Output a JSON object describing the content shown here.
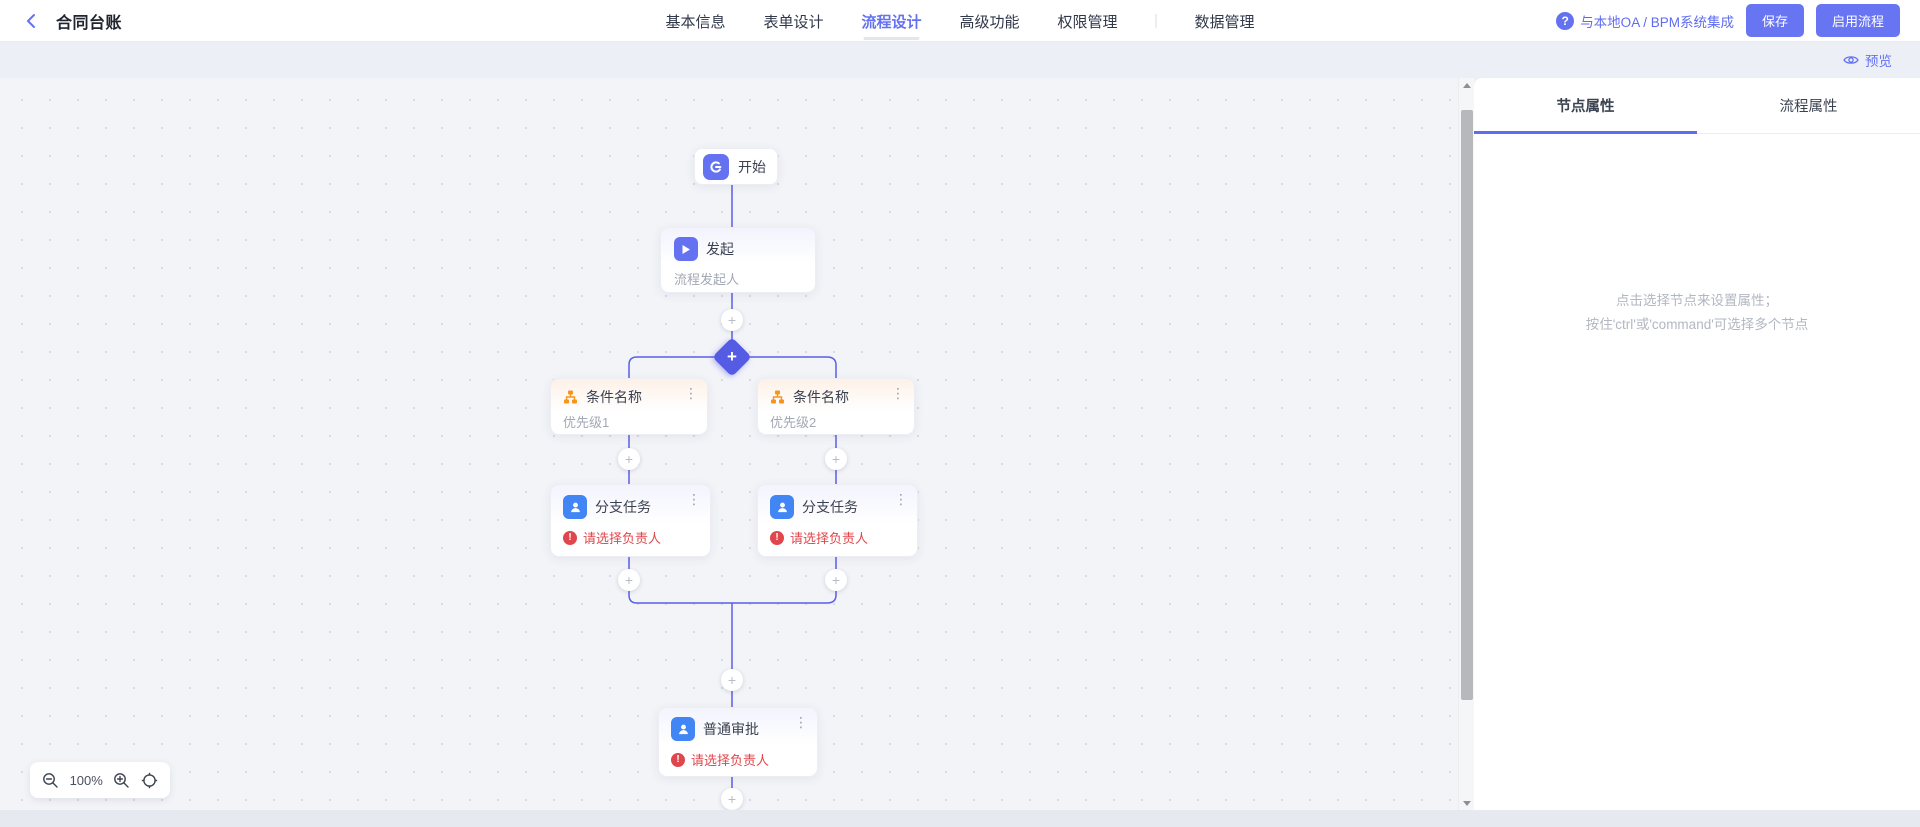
{
  "header": {
    "title": "合同台账",
    "tabs": [
      {
        "label": "基本信息",
        "active": false
      },
      {
        "label": "表单设计",
        "active": false
      },
      {
        "label": "流程设计",
        "active": true
      },
      {
        "label": "高级功能",
        "active": false
      },
      {
        "label": "权限管理",
        "active": false
      },
      {
        "label": "数据管理",
        "active": false
      }
    ],
    "help_link": "与本地OA / BPM系统集成",
    "save_button": "保存",
    "enable_button": "启用流程"
  },
  "toolbar": {
    "preview_label": "预览"
  },
  "canvas": {
    "nodes": {
      "start": {
        "title": "开始"
      },
      "initiator": {
        "title": "发起",
        "subtitle": "流程发起人"
      },
      "condition1": {
        "title": "条件名称",
        "subtitle": "优先级1"
      },
      "condition2": {
        "title": "条件名称",
        "subtitle": "优先级2"
      },
      "task1": {
        "title": "分支任务",
        "warning": "请选择负责人"
      },
      "task2": {
        "title": "分支任务",
        "warning": "请选择负责人"
      },
      "approval": {
        "title": "普通审批",
        "warning": "请选择负责人"
      }
    },
    "zoom_level": "100%"
  },
  "panel": {
    "tabs": [
      {
        "label": "节点属性",
        "active": true
      },
      {
        "label": "流程属性",
        "active": false
      }
    ],
    "placeholder_line1": "点击选择节点来设置属性；",
    "placeholder_line2": "按住'ctrl'或'command'可选择多个节点"
  },
  "icons": {
    "plus": "+",
    "kebab": "⋮",
    "help": "?",
    "warning": "!"
  },
  "colors": {
    "accent_indigo": "#6472f1",
    "line_indigo": "#5b5fe6",
    "warning_red": "#e0474c",
    "condition_orange": "#f7941d",
    "task_blue": "#4285f4"
  }
}
